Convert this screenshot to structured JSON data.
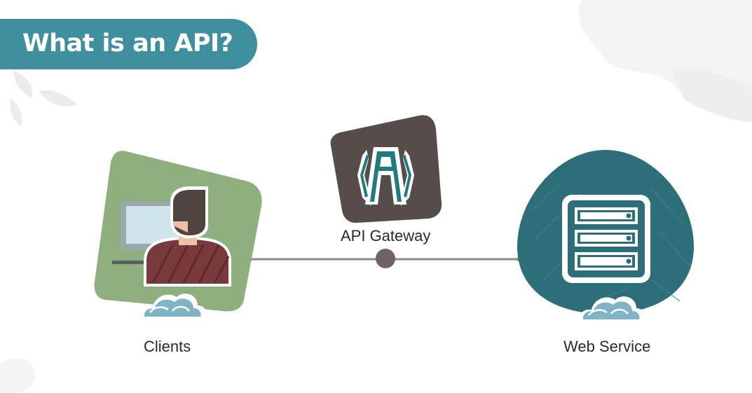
{
  "title": "What is an API?",
  "nodes": {
    "clients": {
      "label": "Clients",
      "icon": "client-user-icon"
    },
    "gateway": {
      "label": "API Gateway",
      "icon": "api-gateway-icon"
    },
    "service": {
      "label": "Web Service",
      "icon": "server-rack-icon"
    }
  },
  "colors": {
    "banner": "#3f8f9f",
    "clients_bg": "#8fb07e",
    "gateway_bg": "#564d4a",
    "service_bg": "#2e6e78",
    "connector": "#8e8a88",
    "hub": "#6e6562"
  }
}
